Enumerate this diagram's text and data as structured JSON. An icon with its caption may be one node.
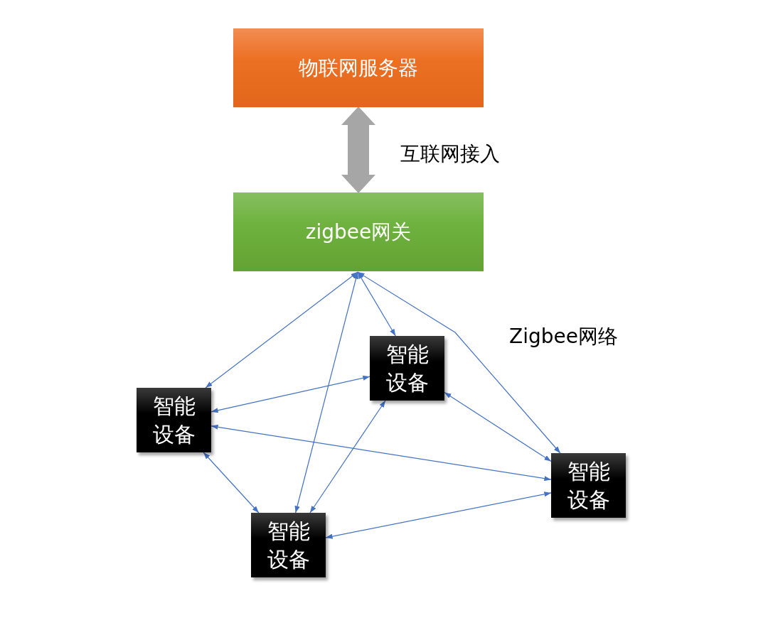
{
  "diagram": {
    "nodes": [
      {
        "text": [
          "物联网服务器"
        ]
      },
      {
        "text": [
          "zigbee网关"
        ]
      },
      {
        "text": [
          "智能设备"
        ]
      },
      {
        "text": [
          "智能设备"
        ]
      },
      {
        "text": [
          "智能设备"
        ]
      },
      {
        "text": [
          "智能设备"
        ]
      }
    ],
    "edges": [
      {
        "from": 0,
        "to": 1,
        "arrow": "both",
        "label": "互联网接入",
        "style": "thick",
        "color": "#a6a6a6"
      },
      {
        "from": 1,
        "to": 3,
        "arrow": "both"
      },
      {
        "from": 1,
        "to": 5,
        "arrow": "both"
      },
      {
        "from": 1,
        "to": 2,
        "arrow": "both"
      },
      {
        "from": 1,
        "to": 4,
        "arrow": "both"
      },
      {
        "from": 3,
        "to": 2,
        "arrow": "both"
      },
      {
        "from": 3,
        "to": 4,
        "arrow": "both"
      },
      {
        "from": 3,
        "to": 5,
        "arrow": "both"
      },
      {
        "from": 5,
        "to": 2,
        "arrow": "both"
      },
      {
        "from": 4,
        "to": 2,
        "arrow": "both"
      },
      {
        "from": 5,
        "to": 4,
        "arrow": "both"
      }
    ],
    "labels": [
      "Zigbee网络"
    ]
  }
}
